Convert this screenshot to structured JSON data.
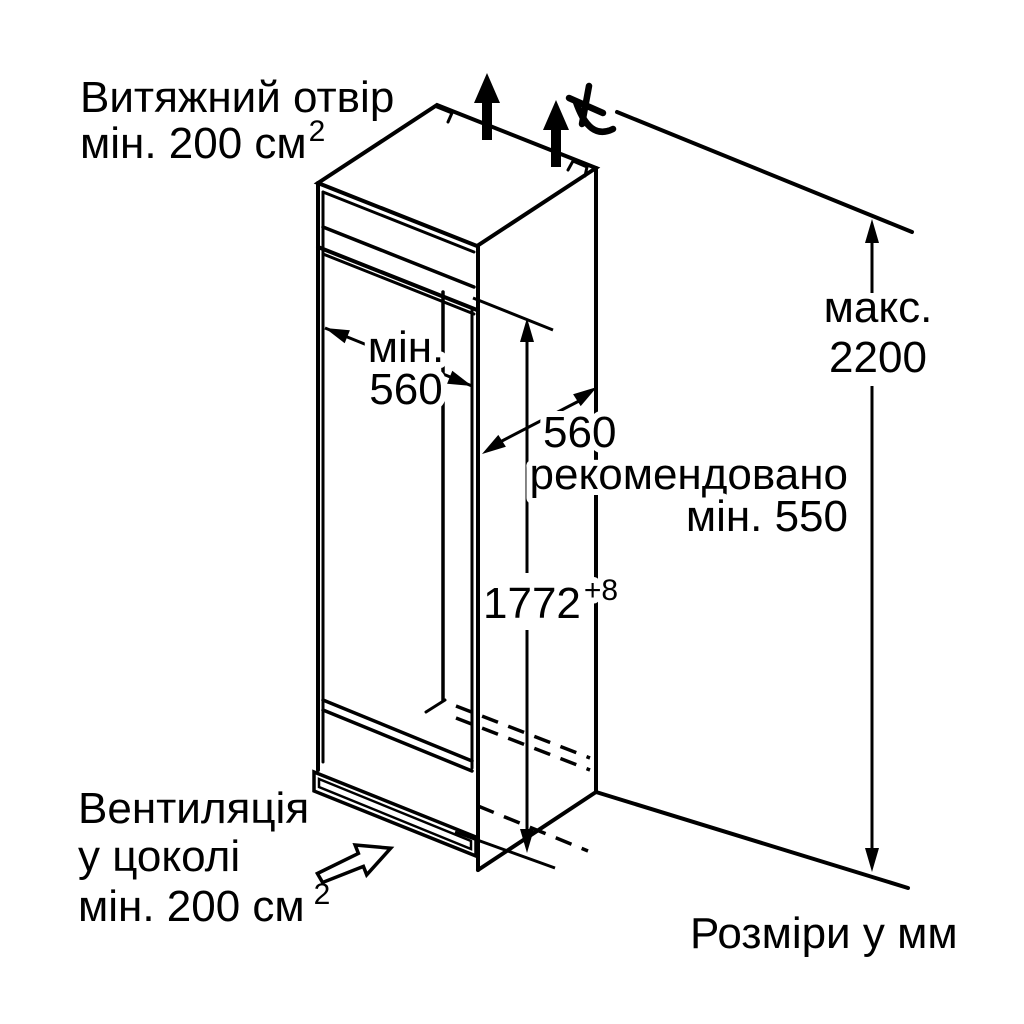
{
  "diagram": {
    "background_color": "#ffffff",
    "line_color": "#000000",
    "labels": {
      "top_vent": {
        "line1": "Витяжний отвір",
        "line2": "мін. 200 см",
        "line2_sup": "2"
      },
      "base_vent": {
        "line1": "Вентиляція",
        "line2": "у цоколі",
        "line3": "мін. 200 см",
        "line3_sup": "2"
      },
      "units_note": "Розміри у мм"
    },
    "dimensions": {
      "max_height": {
        "line1": "макс.",
        "line2": "2200"
      },
      "niche_width": {
        "line1": "мін.",
        "line2": "560"
      },
      "niche_depth": {
        "line1": "560",
        "line2": "рекомендовано",
        "line3": "мін. 550"
      },
      "appliance_height": {
        "value": "1772",
        "tolerance": "+8"
      }
    }
  }
}
